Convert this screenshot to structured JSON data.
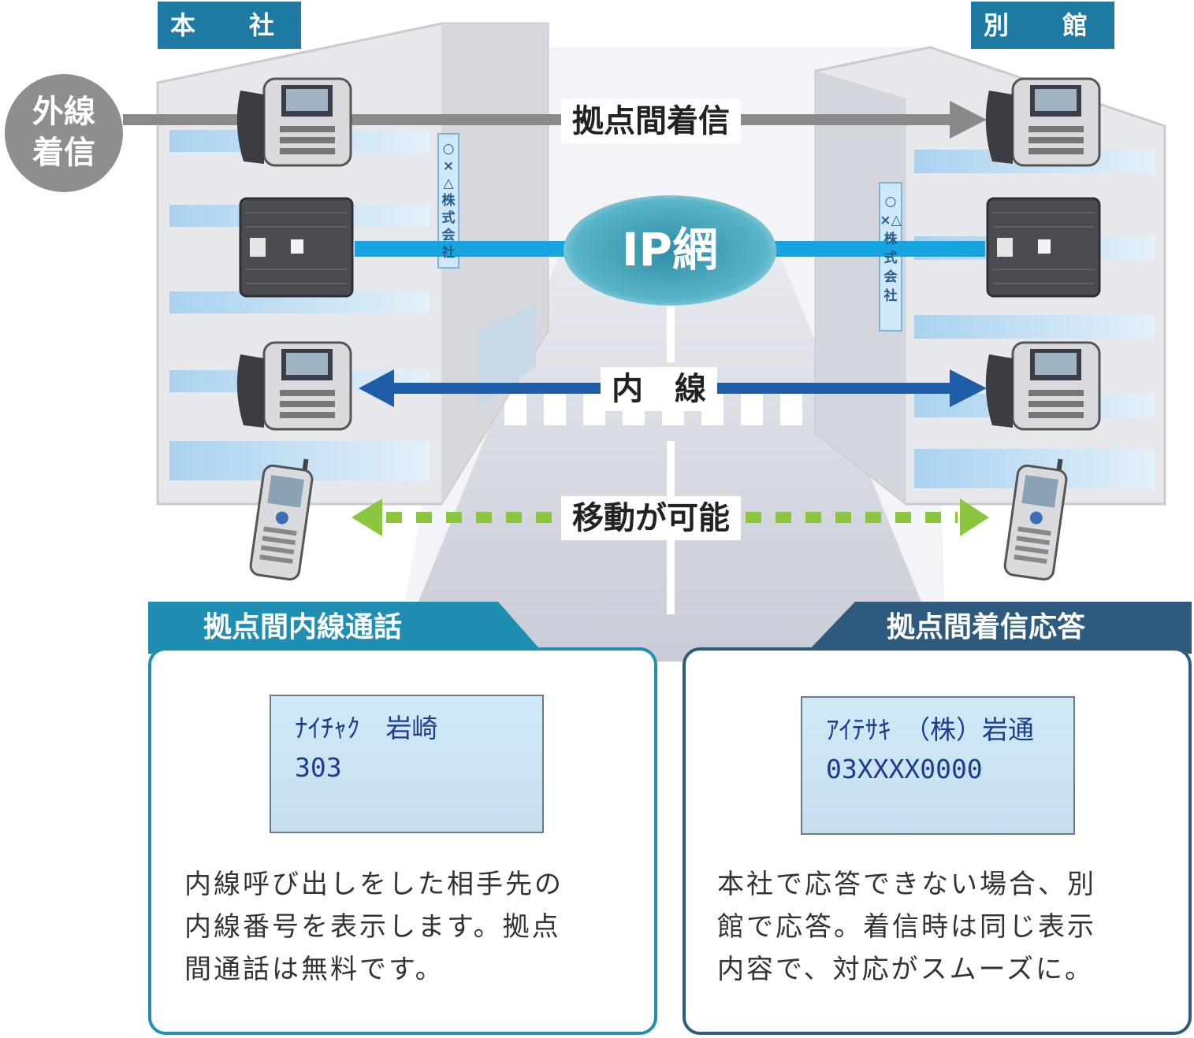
{
  "sites": {
    "headquarters": "本　社",
    "annex": "別　館"
  },
  "external_call": "外線\n着信",
  "links": {
    "inter_site_call": "拠点間着信",
    "ip_network": "IP網",
    "extension": "内　線",
    "mobility": "移動が可能"
  },
  "building_sign": "○×△株式会社",
  "panels": {
    "left": {
      "title": "拠点間内線通話",
      "display_line1": "ﾅｲﾁｬｸ　岩崎",
      "display_line2": "303",
      "description": "内線呼び出しをした相手先の\n内線番号を表示します。拠点\n間通話は無料です。"
    },
    "right": {
      "title": "拠点間着信応答",
      "display_line1": "ｱｲﾃｻｷ　（株）岩通",
      "display_line2": "03XXXX0000",
      "description": "本社で応答できない場合、別\n館で応答。着信時は同じ表示\n内容で、対応がスムーズに。"
    }
  },
  "colors": {
    "ip_line": "#16a5e0",
    "extension_arrow": "#1e5ea8",
    "inter_site_arrow": "#8a8a8a",
    "mobility_dots": "#8cc63e",
    "tab_left": "#1e8fb3",
    "tab_right": "#2e5b7d"
  }
}
